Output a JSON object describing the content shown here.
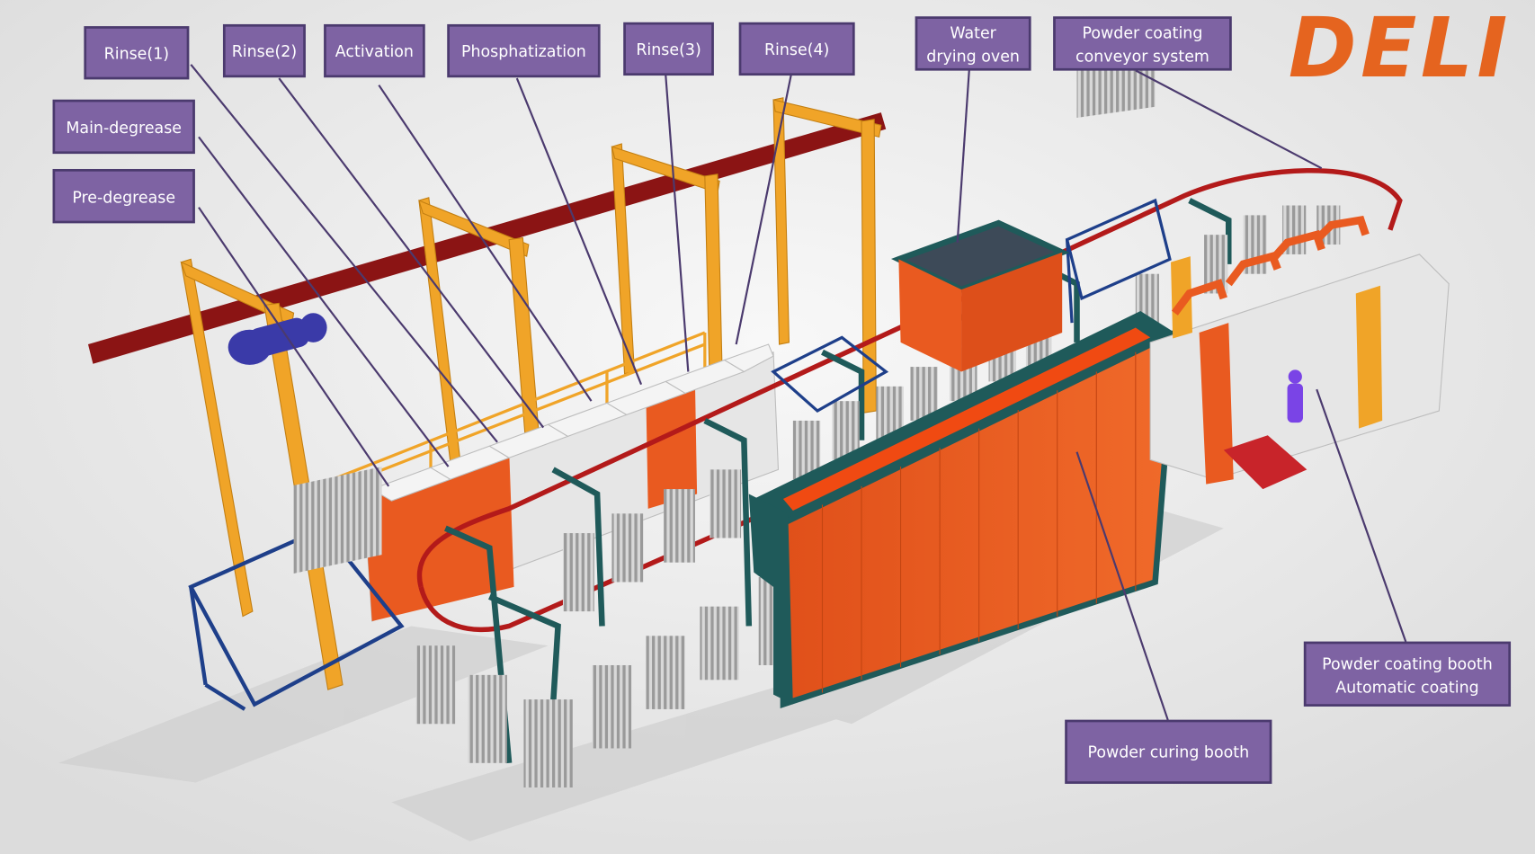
{
  "logo": {
    "text": "DELI",
    "color": "#e5641f"
  },
  "colors": {
    "label_fill": "#7e63a3",
    "label_border": "#4b3a6e",
    "label_text": "#ffffff",
    "leader_line": "#4b3a6e",
    "frame_yellow": "#f0a428",
    "rail_red": "#8b1414",
    "tank_orange": "#e95a20",
    "steel_teal": "#1f5a5a",
    "conveyor_blue": "#1e3f8a",
    "tank_white": "#e6e6e6",
    "background": "#ececec"
  },
  "labels": [
    {
      "id": "rinse-1",
      "lines": [
        "Rinse(1)"
      ]
    },
    {
      "id": "rinse-2",
      "lines": [
        "Rinse(2)"
      ]
    },
    {
      "id": "activation",
      "lines": [
        "Activation"
      ]
    },
    {
      "id": "phosphatization",
      "lines": [
        "Phosphatization"
      ]
    },
    {
      "id": "rinse-3",
      "lines": [
        "Rinse(3)"
      ]
    },
    {
      "id": "rinse-4",
      "lines": [
        "Rinse(4)"
      ]
    },
    {
      "id": "water-drying-oven",
      "lines": [
        "Water",
        "drying oven"
      ]
    },
    {
      "id": "conveyor-system",
      "lines": [
        "Powder coating",
        "conveyor system"
      ]
    },
    {
      "id": "main-degrease",
      "lines": [
        "Main-degrease"
      ]
    },
    {
      "id": "pre-degrease",
      "lines": [
        "Pre-degrease"
      ]
    },
    {
      "id": "powder-coating-booth",
      "lines": [
        "Powder coating booth",
        "Automatic coating"
      ]
    },
    {
      "id": "powder-curing-booth",
      "lines": [
        "Powder curing booth"
      ]
    }
  ]
}
